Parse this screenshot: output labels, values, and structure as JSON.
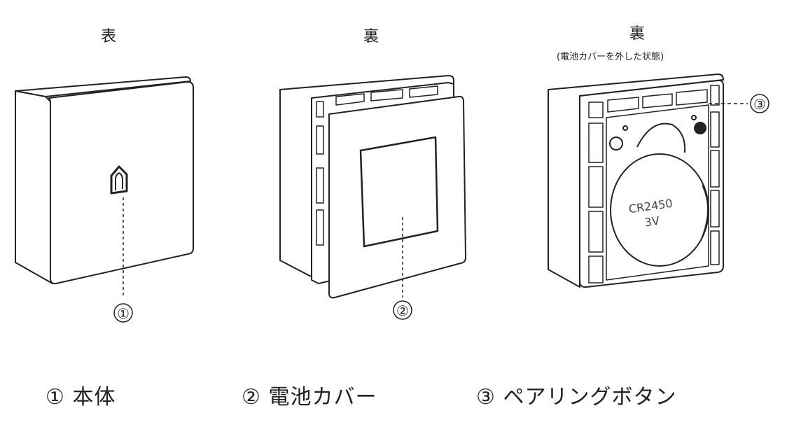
{
  "views": [
    {
      "title": "表"
    },
    {
      "title": "裏"
    },
    {
      "title": "裏",
      "subtitle": "(電池カバーを外した状態)"
    }
  ],
  "callouts": [
    "①",
    "②",
    "③"
  ],
  "battery": {
    "model": "CR2450",
    "voltage": "3V"
  },
  "legend": [
    {
      "num": "①",
      "label": "本体"
    },
    {
      "num": "②",
      "label": "電池カバー"
    },
    {
      "num": "③",
      "label": "ペアリングボタン"
    }
  ]
}
